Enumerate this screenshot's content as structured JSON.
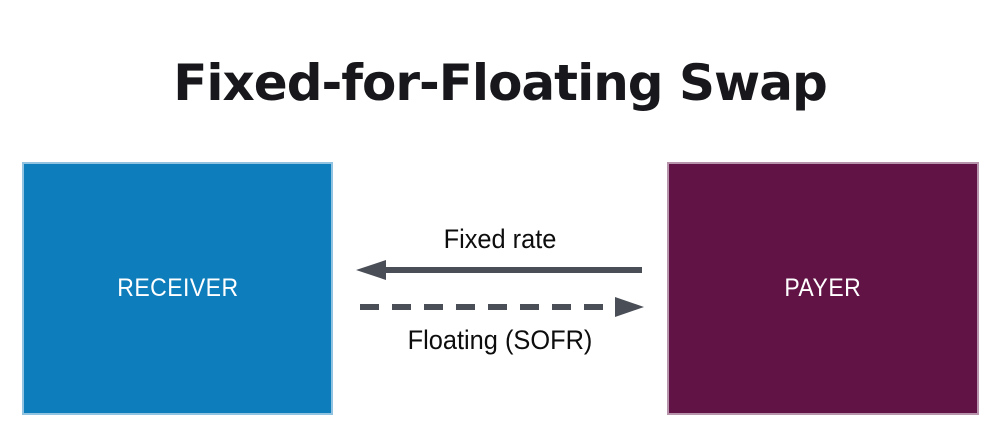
{
  "title": "Fixed-for-Floating Swap",
  "diagram": {
    "receiver": {
      "label": "RECEIVER"
    },
    "payer": {
      "label": "PAYER"
    },
    "fixed_arrow": {
      "label": "Fixed rate",
      "line_style": "solid",
      "direction": "payer-to-receiver"
    },
    "floating_arrow": {
      "label": "Floating (SOFR)",
      "line_style": "dashed",
      "direction": "receiver-to-payer"
    }
  },
  "colors": {
    "receiver-box": "#0e7dbc",
    "payer-box": "#611346",
    "arrow": "#4a4e57",
    "title-text": "#18181c",
    "label-text": "#0d0d0d",
    "box-text": "#ffffff",
    "background": "#ffffff"
  }
}
